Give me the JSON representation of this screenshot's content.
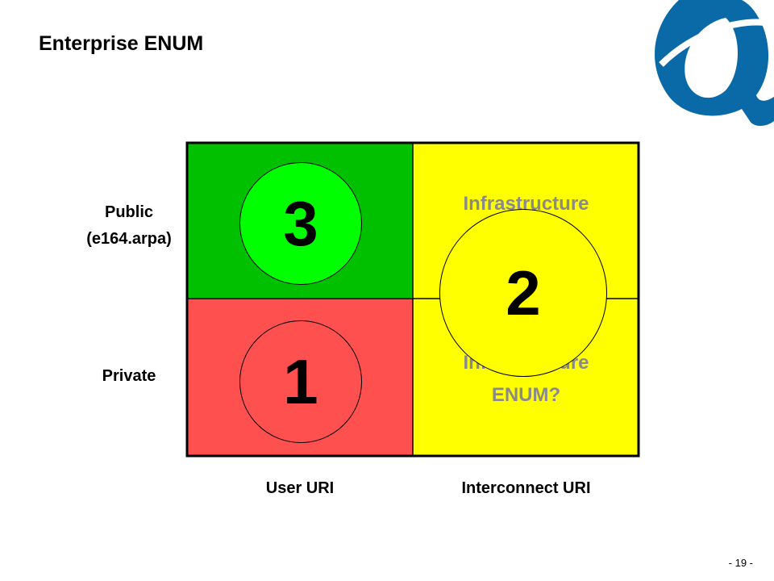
{
  "slide": {
    "title": "Enterprise ENUM",
    "page_number": "- 19 -"
  },
  "colors": {
    "public_user": "#00c000",
    "public_interconnect": "#ffff00",
    "private_user": "#ff5050",
    "private_interconnect": "#ffff00",
    "circle_3": "#00ff00",
    "circle_2": "#ffff00",
    "circle_1": "#ff5050",
    "logo_blue": "#0a6aa8",
    "quadrant_text": "#8a8a8a"
  },
  "logo": {
    "icon": "globe-logo-icon"
  },
  "matrix": {
    "rows": [
      {
        "line1": "Public",
        "line2": "(e164.arpa)"
      },
      {
        "line1": "Private"
      }
    ],
    "columns": [
      "User URI",
      "Interconnect URI"
    ],
    "cells": {
      "public_interconnect": "Infrastructure",
      "private_interconnect_line1": "Infrastructure",
      "private_interconnect_line2": "ENUM?"
    },
    "circles": [
      {
        "label": "3",
        "cell": "public-user"
      },
      {
        "label": "2",
        "cell": "interconnect-boundary"
      },
      {
        "label": "1",
        "cell": "private-user"
      }
    ]
  }
}
